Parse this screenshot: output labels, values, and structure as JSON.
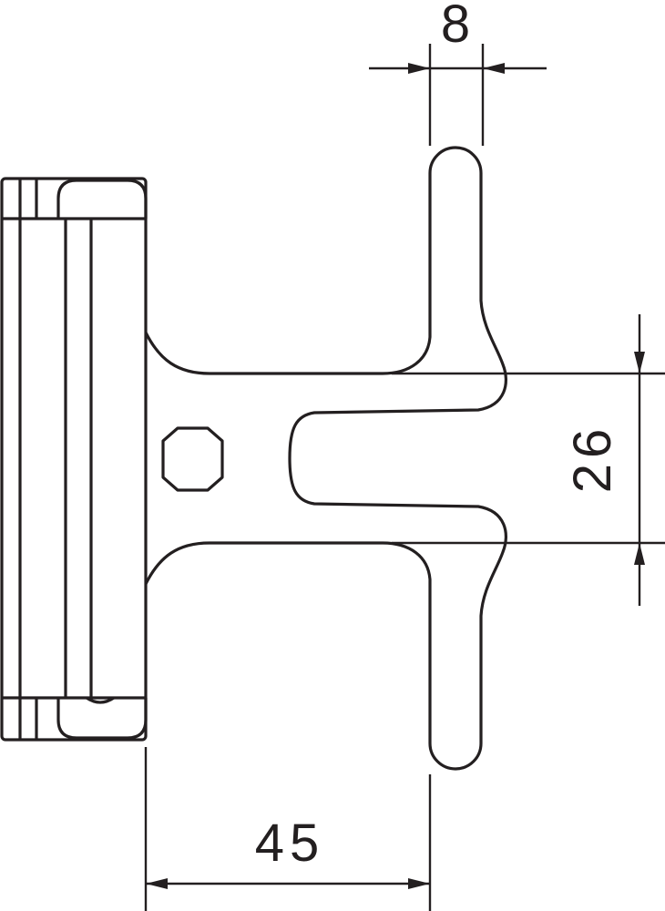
{
  "drawing": {
    "dimensions": {
      "width_top": "8",
      "slot_height": "26",
      "length": "45"
    },
    "line_color": "#231f20"
  }
}
